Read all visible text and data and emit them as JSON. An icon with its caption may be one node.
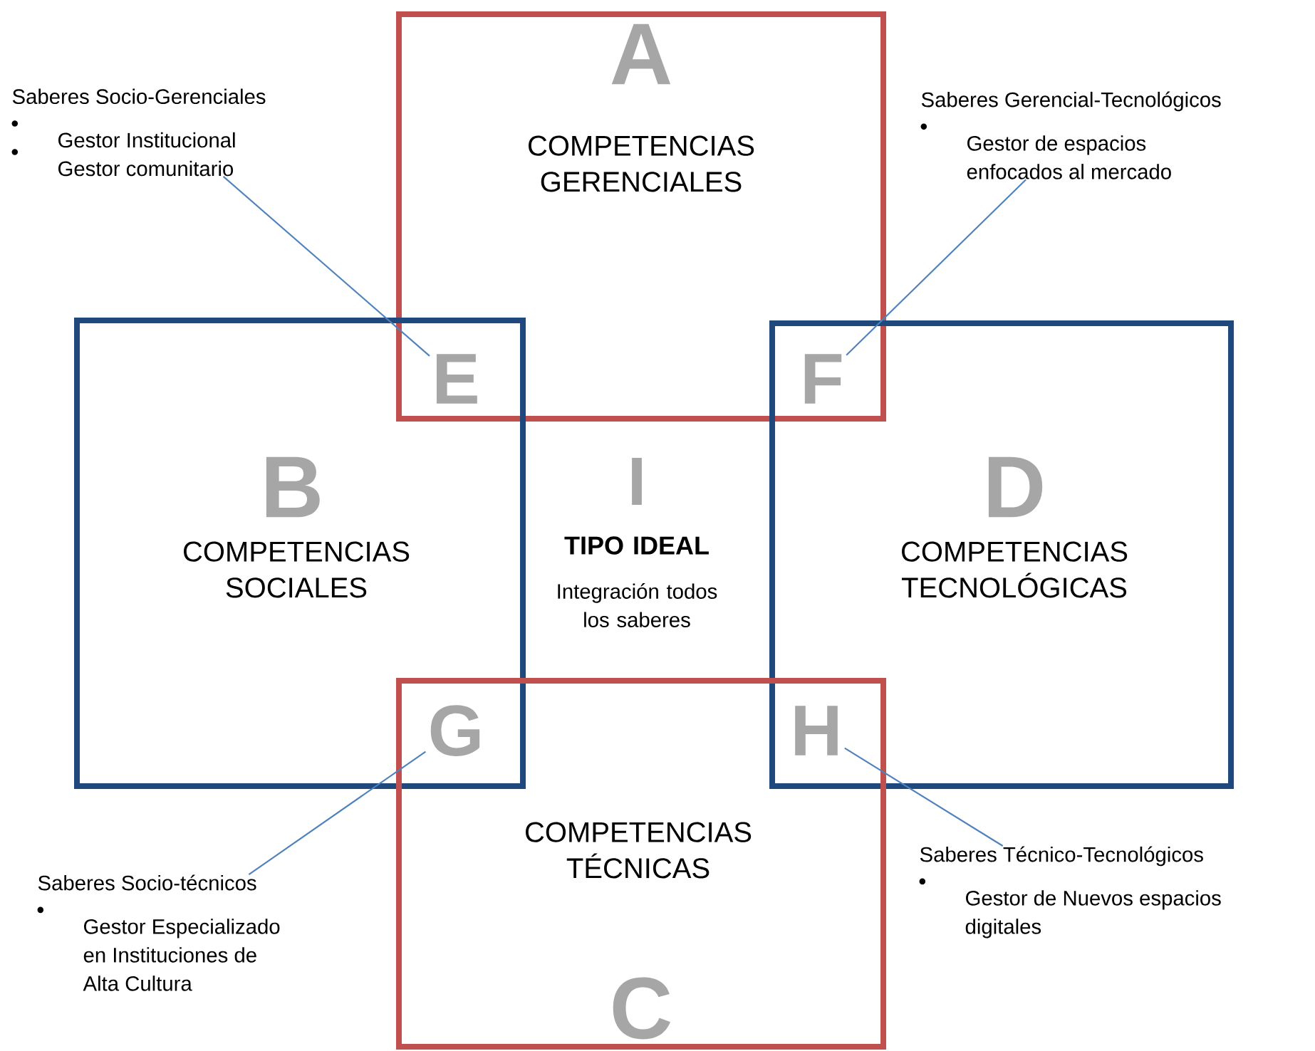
{
  "diagram": {
    "nodes": [
      {
        "text": [
          "A",
          "COMPETENCIAS GERENCIALES"
        ]
      },
      {
        "text": [
          "Saberes Socio-Gerenciales",
          "Gestor Institucional",
          "Gestor comunitario"
        ]
      },
      {
        "text": [
          "Saberes Gerencial-Tecnológicos",
          "Gestor de espacios enfocados al mercado"
        ]
      },
      {
        "text": [
          "E"
        ]
      },
      {
        "text": [
          "F"
        ]
      },
      {
        "text": [
          "B",
          "COMPETENCIAS SOCIALES"
        ]
      },
      {
        "text": [
          "D",
          "COMPETENCIAS TECNOLÓGICAS"
        ]
      },
      {
        "text": [
          "G"
        ]
      },
      {
        "text": [
          "H"
        ]
      },
      {
        "text": [
          "COMPETENCIAS TÉCNICAS",
          "C"
        ]
      },
      {
        "text": [
          "Saberes Socio-técnicos",
          "Gestor Especializado en Instituciones de Alta Cultura"
        ]
      },
      {
        "text": [
          "Saberes Técnico-Tecnológicos",
          "Gestor de Nuevos espacios digitales"
        ]
      }
    ],
    "edges": [
      {
        "from": 1,
        "to": 3,
        "arrow": "none"
      },
      {
        "from": 2,
        "to": 4,
        "arrow": "none"
      },
      {
        "from": 10,
        "to": 7,
        "arrow": "none"
      },
      {
        "from": 11,
        "to": 8,
        "arrow": "none"
      }
    ],
    "labels": [
      "I",
      "TIPO IDEAL",
      "Integración todos los saberes"
    ]
  }
}
